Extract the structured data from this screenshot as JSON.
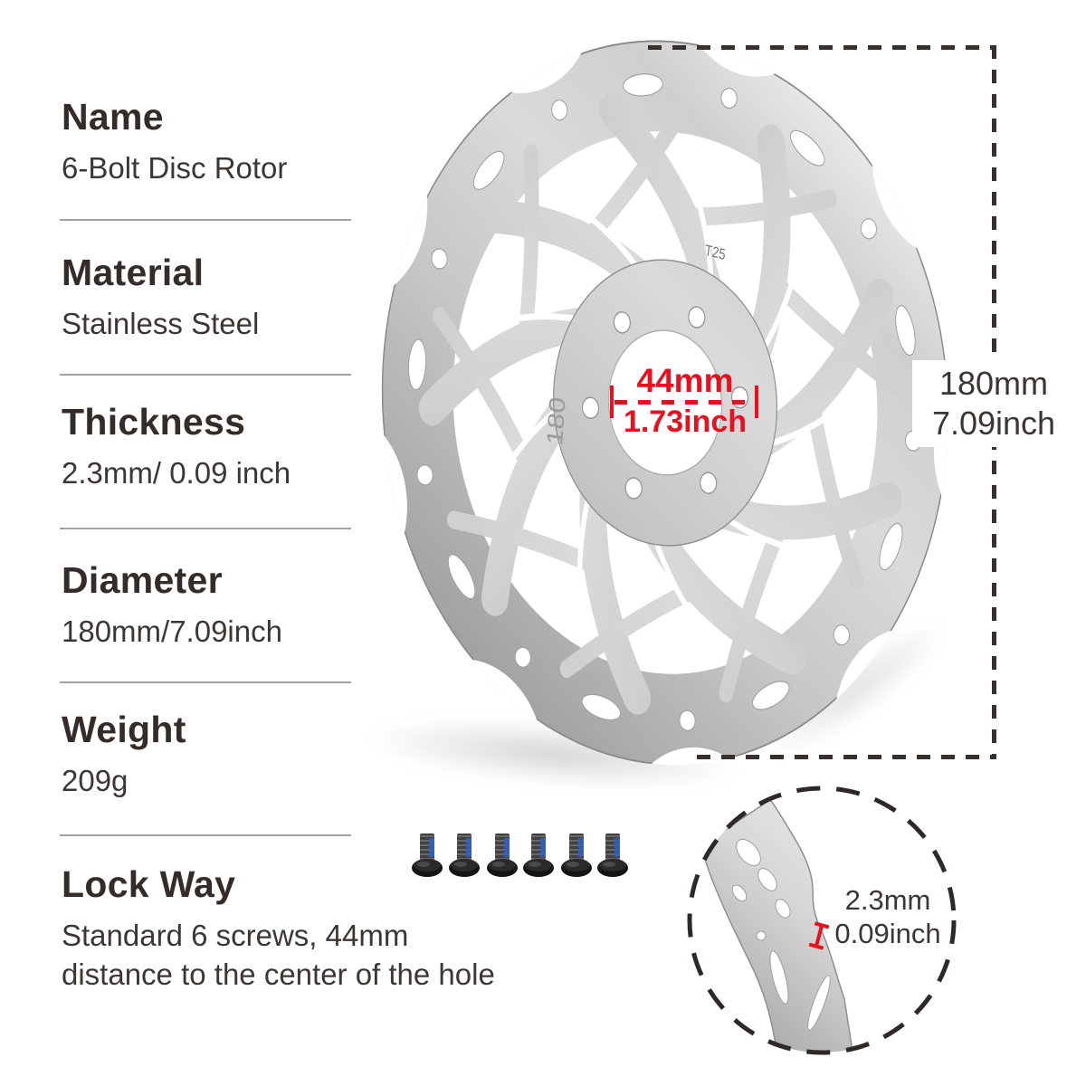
{
  "specs": [
    {
      "label": "Name",
      "value": "6-Bolt Disc Rotor"
    },
    {
      "label": "Material",
      "value": "Stainless Steel"
    },
    {
      "label": "Thickness",
      "value": "2.3mm/ 0.09 inch"
    },
    {
      "label": "Diameter",
      "value": "180mm/7.09inch"
    },
    {
      "label": "Weight",
      "value": "209g"
    },
    {
      "label": "Lock Way",
      "value_lines": [
        "Standard 6 screws, 44mm",
        "distance to the center of the hole"
      ]
    }
  ],
  "annotations": {
    "bolt_circle_mm": "44mm",
    "bolt_circle_inch": "1.73inch",
    "outer_diameter_mm": "180mm",
    "outer_diameter_inch": "7.09inch",
    "thickness_mm": "2.3mm",
    "thickness_inch": "0.09inch"
  },
  "engravings": {
    "rotor_size": "180",
    "torx_mark": "T25"
  },
  "colors": {
    "accent_red": "#e8101e",
    "heading_dark": "#332c29",
    "text_dark": "#3d3734",
    "dash_dark": "#37302c",
    "divider_gray": "#a5a1a0",
    "screw_blue": "#2f62c4",
    "metal_silver": "#c9c9c9"
  }
}
